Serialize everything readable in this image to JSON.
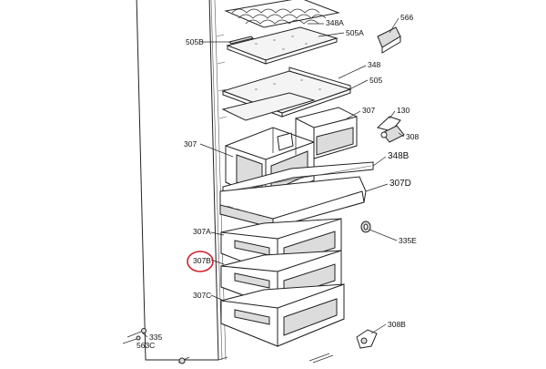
{
  "diagram": {
    "labels": [
      {
        "id": "348A-top",
        "text": "348A"
      },
      {
        "id": "505A",
        "text": "505A"
      },
      {
        "id": "566",
        "text": "566"
      },
      {
        "id": "505B",
        "text": "505B"
      },
      {
        "id": "348",
        "text": "348"
      },
      {
        "id": "505",
        "text": "505"
      },
      {
        "id": "307-right",
        "text": "307"
      },
      {
        "id": "130",
        "text": "130"
      },
      {
        "id": "308",
        "text": "308"
      },
      {
        "id": "307-left",
        "text": "307"
      },
      {
        "id": "348B",
        "text": "348B"
      },
      {
        "id": "307D",
        "text": "307D"
      },
      {
        "id": "307A",
        "text": "307A"
      },
      {
        "id": "335E",
        "text": "335E"
      },
      {
        "id": "307B",
        "text": "307B"
      },
      {
        "id": "307C",
        "text": "307C"
      },
      {
        "id": "335",
        "text": "335"
      },
      {
        "id": "563C",
        "text": "563C"
      },
      {
        "id": "308B",
        "text": "308B"
      }
    ],
    "highlight": {
      "target": "307B",
      "color": "#d0202a"
    },
    "line_color": "#222222"
  }
}
